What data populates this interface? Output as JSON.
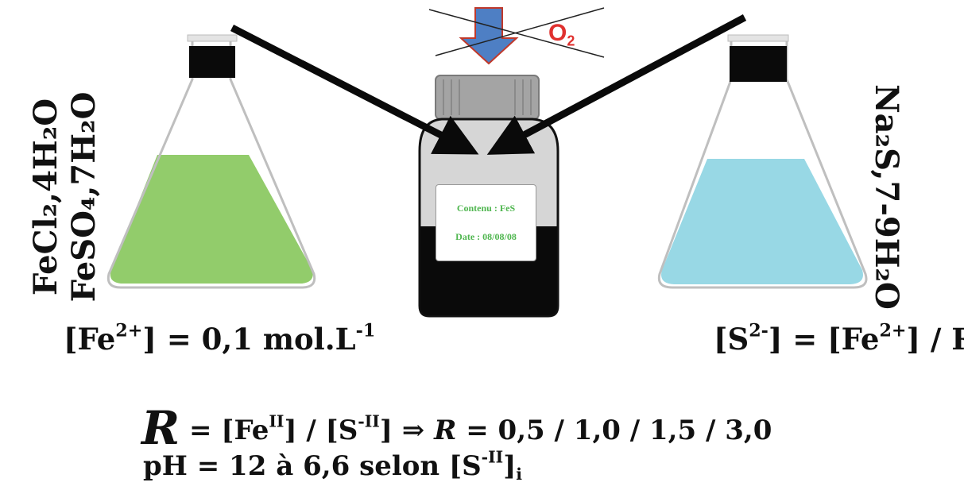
{
  "colors": {
    "green_solution": "#92cc6b",
    "blue_solution": "#98d8e5",
    "black_precipitate": "#0a0a0a",
    "bottle_glass": "#d6d6d6",
    "cap_gray": "#a4a4a4",
    "arrow_blue": "#4e7fc4",
    "o2_red": "#e0312f",
    "label_green": "#4fb64f"
  },
  "icons": {
    "left_flask": "erlenmeyer-flask-icon",
    "right_flask": "erlenmeyer-flask-icon",
    "bottle": "reagent-bottle-icon",
    "blocked_oxygen": "crossed-down-arrow-icon"
  },
  "left_flask": {
    "formula_line1": "FeCl₂,4H₂O",
    "formula_line2": "FeSO₄,7H₂O",
    "conc_pre": "[Fe",
    "conc_sup": "2+",
    "conc_mid": "] = 0,1 mol.L",
    "conc_sup2": "-1"
  },
  "right_flask": {
    "formula": "Na₂S,7-9H₂O",
    "conc_p1": "[S",
    "conc_s1": "2-",
    "conc_p2": "] = [Fe",
    "conc_s2": "2+",
    "conc_p3": "] / R"
  },
  "bottle": {
    "label_line1": "Contenu : FeS",
    "label_line2": "Date : 08/08/08"
  },
  "oxygen": {
    "text": "O",
    "sub": "2"
  },
  "equation": {
    "R": "R",
    "p1": " = [Fe",
    "s1": "II",
    "p2": "] / [S",
    "s2": "-II",
    "p3": "] ",
    "implies": "⇒",
    "R2": "R",
    "p4": " = 0,5 / 1,0 / 1,5 / 3,0"
  },
  "ph": {
    "p1": "pH = 12 à 6,6 selon [S",
    "s1": "-II",
    "p2": "]",
    "sub": "i"
  }
}
